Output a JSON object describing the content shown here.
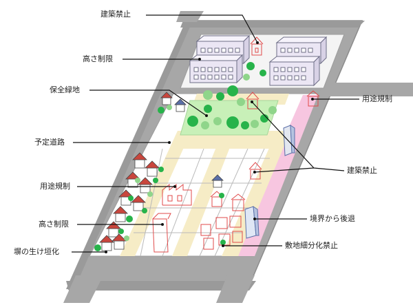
{
  "labels": {
    "kenchiku_kinshi_top": "建築禁止",
    "takasa_seigen_top": "高さ制限",
    "hozen_ryokuchi": "保全緑地",
    "yotei_doro": "予定道路",
    "yoto_kisei_left": "用途規制",
    "takasa_seigen_bottom": "高さ制限",
    "hei_ikegaki": "塀の生け垣化",
    "yoto_kisei_right": "用途規制",
    "kenchiku_kinshi_right": "建築禁止",
    "kyokai_kotai": "境界から後退",
    "shikichi_saibunka": "敷地細分化禁止"
  },
  "colors": {
    "road": "#a7a7a7",
    "road_edge": "#8c8c8c",
    "block": "#ffffff",
    "lot_line": "#b9b9b9",
    "planned_road": "#f6ecc6",
    "green_area": "#c8f0b8",
    "tree": "#27b34a",
    "tree_light": "#8fd58a",
    "pink_zone": "#f7c6e0",
    "building": "#ebe6f4",
    "building_edge": "#6d6d86",
    "red_outline": "#e04a4a",
    "house_blue": "#5a6fa8",
    "house_red": "#c9463d",
    "leader": "#111111"
  }
}
